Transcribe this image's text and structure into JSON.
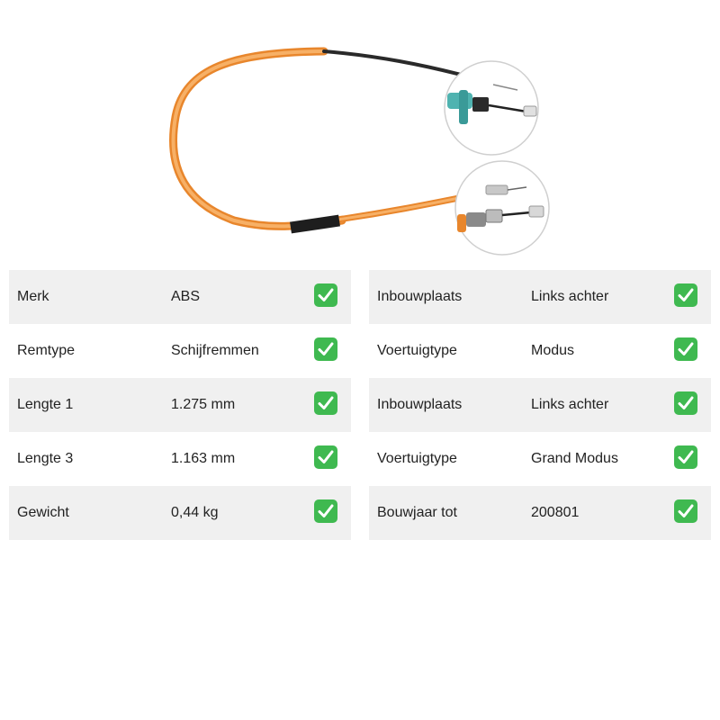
{
  "product": {
    "image_alt": "Handremkabel met twee detailvergrotingen van de kabeluiteinden"
  },
  "specs_left": [
    {
      "label": "Merk",
      "value": "ABS"
    },
    {
      "label": "Remtype",
      "value": "Schijfremmen"
    },
    {
      "label": "Lengte 1",
      "value": "1.275 mm"
    },
    {
      "label": "Lengte 3",
      "value": "1.163 mm"
    },
    {
      "label": "Gewicht",
      "value": "0,44 kg"
    }
  ],
  "specs_right": [
    {
      "label": "Inbouwplaats",
      "value": "Links achter"
    },
    {
      "label": "Voertuigtype",
      "value": "Modus"
    },
    {
      "label": "Inbouwplaats",
      "value": "Links achter"
    },
    {
      "label": "Voertuigtype",
      "value": "Grand Modus"
    },
    {
      "label": "Bouwjaar tot",
      "value": "200801"
    }
  ],
  "icons": {
    "check": "check-icon"
  },
  "colors": {
    "cable_orange": "#f5a048",
    "cable_black": "#2a2a2a",
    "check_green": "#3fb950",
    "row_shade": "#f0f0f0"
  }
}
